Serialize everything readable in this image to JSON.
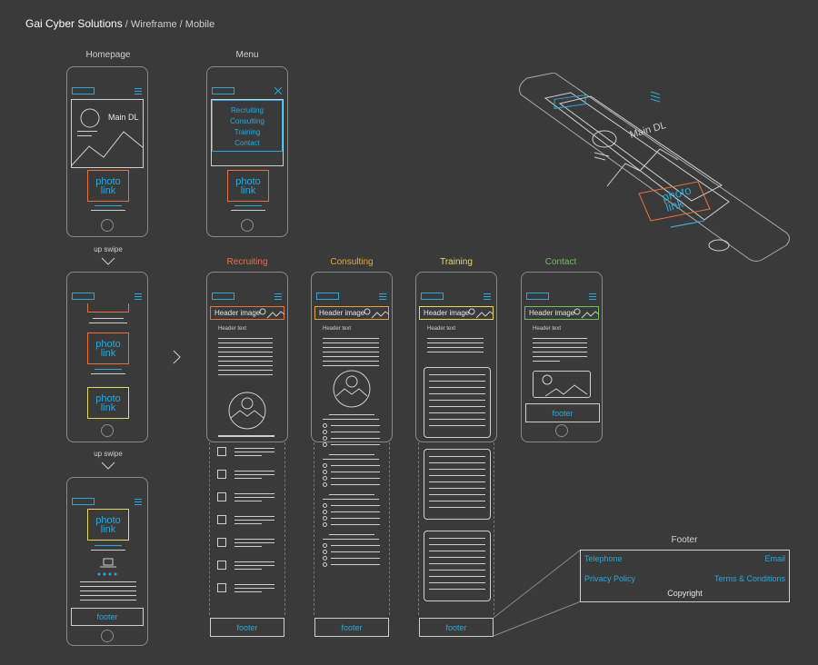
{
  "header": {
    "company": "Gai Cyber Solutions",
    "path": " / Wireframe / Mobile"
  },
  "labels": {
    "homepage": "Homepage",
    "menu": "Menu",
    "upswipe1": "up swipe",
    "upswipe2": "up swipe",
    "recruiting": "Recruiting",
    "consulting": "Consulting",
    "training": "Training",
    "contact": "Contact",
    "footer": "Footer"
  },
  "menu_items": [
    "Recruiting",
    "Consulting",
    "Training",
    "Contact"
  ],
  "main_dl": "Main DL",
  "photo_link": "photo\nlink",
  "header_image": "Header image",
  "header_text": "Header text",
  "footer_label": "footer",
  "footer_panel": {
    "telephone": "Telephone",
    "email": "Email",
    "privacy": "Privacy Policy",
    "terms": "Terms & Conditions",
    "copyright": "Copyright"
  },
  "colors": {
    "blue": "#2ba7d9",
    "orange": "#e8703a",
    "gold": "#e3a53a",
    "yellow": "#e6d85a",
    "green": "#6fbe58",
    "bg": "#3a3a3a"
  }
}
